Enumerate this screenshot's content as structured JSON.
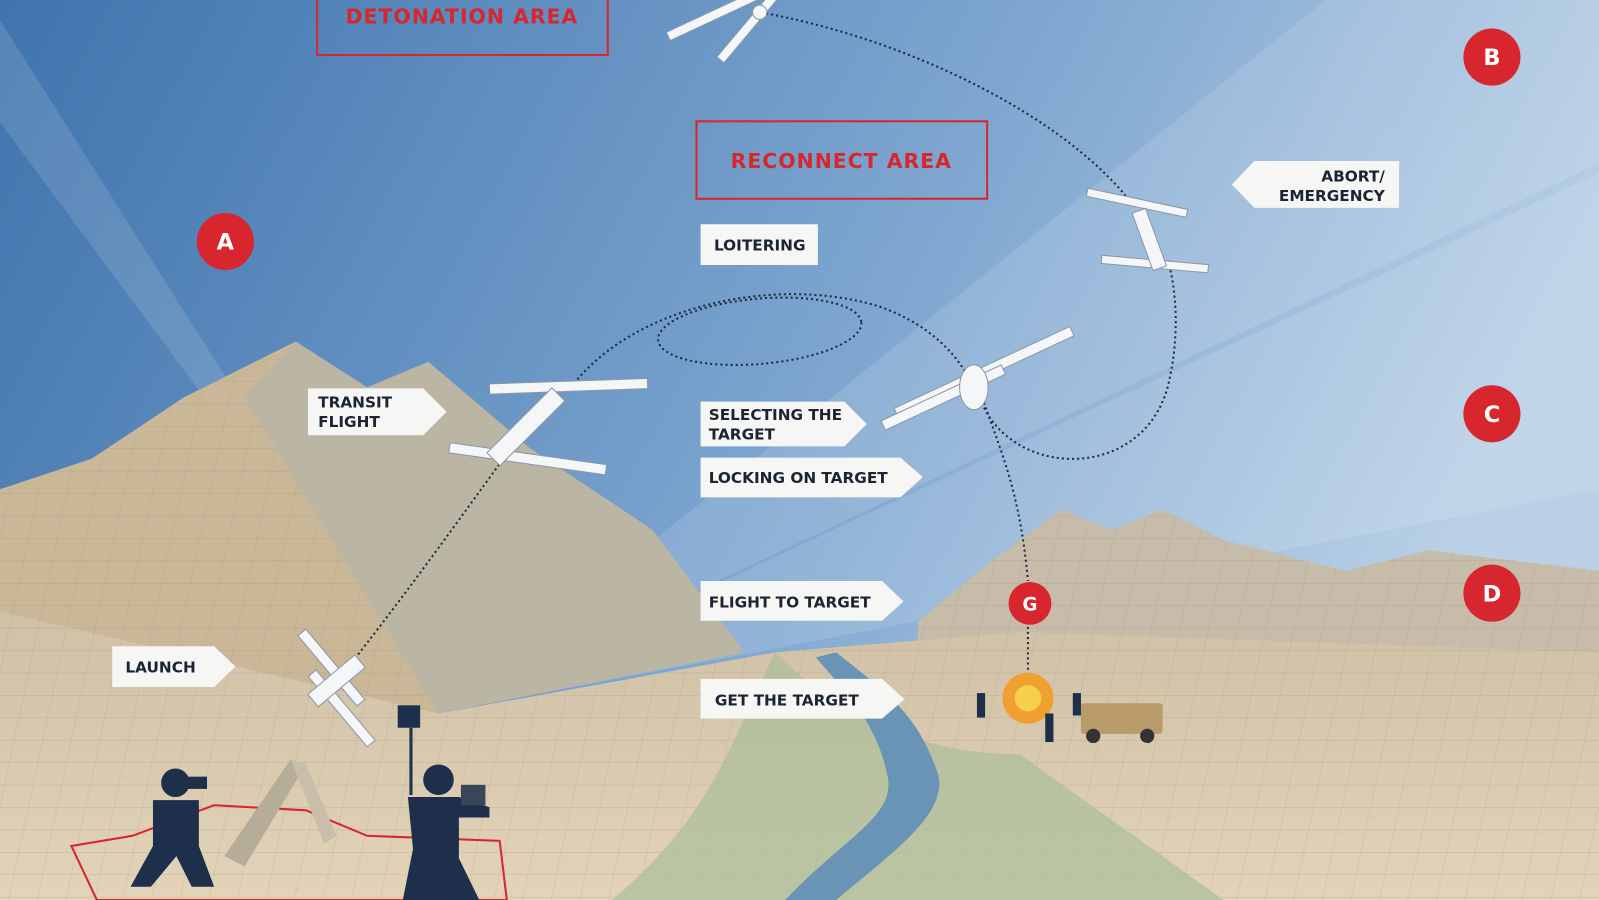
{
  "areas": {
    "detonation": "DETONATION AREA",
    "reconnect": "RECONNECT AREA"
  },
  "labels": {
    "loitering": "LOITERING",
    "abort_1": "ABORT/",
    "abort_2": "EMERGENCY",
    "transit_1": "TRANSIT",
    "transit_2": "FLIGHT",
    "selecting_1": "SELECTING THE",
    "selecting_2": "TARGET",
    "locking": "LOCKING ON TARGET",
    "flight_to_target": "FLIGHT TO TARGET",
    "get_target": "GET THE TARGET",
    "launch": "LAUNCH"
  },
  "markers": {
    "a": "A",
    "b": "B",
    "c": "C",
    "d": "D",
    "g": "G"
  },
  "colors": {
    "accent_red": "#d7262d",
    "sky": "#5f8fbf",
    "sand": "#d9c6a8",
    "silhouette": "#1d2f4a"
  }
}
